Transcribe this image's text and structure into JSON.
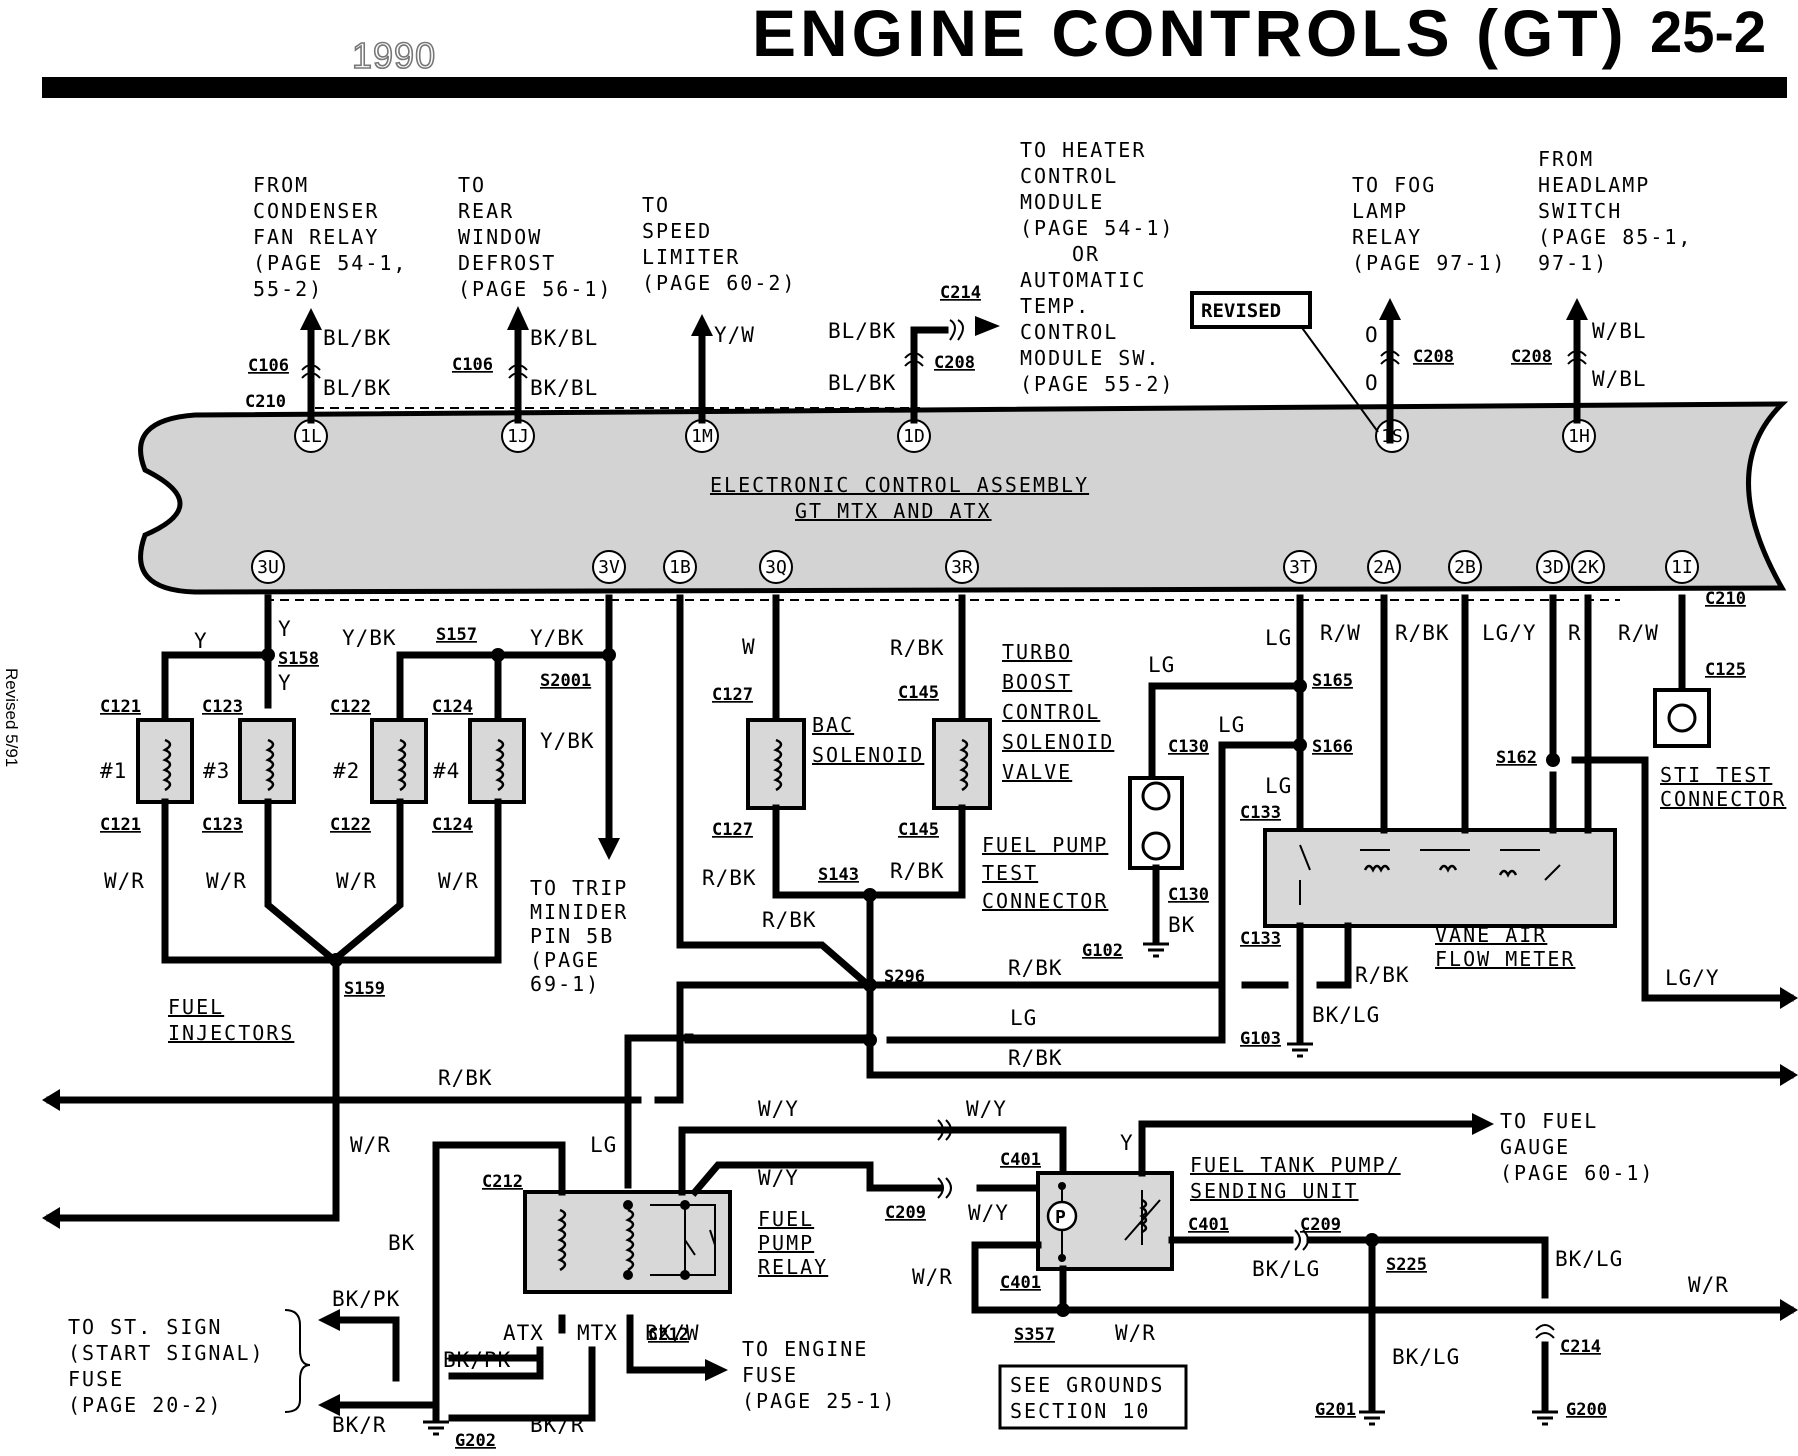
{
  "header": {
    "year": "1990",
    "title": "ENGINE CONTROLS (GT)",
    "page_number": "25-2",
    "revision_note": "Revised 5/91",
    "revised_badge": "REVISED"
  },
  "ecu": {
    "name_line1": "ELECTRONIC CONTROL ASSEMBLY",
    "name_line2": "GT MTX AND ATX",
    "top_pins": [
      "1L",
      "1J",
      "1M",
      "1D",
      "1S",
      "1H"
    ],
    "bottom_pins": [
      "3U",
      "3V",
      "1B",
      "3Q",
      "3R",
      "3T",
      "2A",
      "2B",
      "3D",
      "2K",
      "1I"
    ]
  },
  "top_notes": {
    "condenser": [
      "FROM",
      "CONDENSER",
      "FAN RELAY",
      "(PAGE 54-1,",
      "55-2)"
    ],
    "rear_defrost": [
      "TO",
      "REAR",
      "WINDOW",
      "DEFROST",
      "(PAGE 56-1)"
    ],
    "speed_limiter": [
      "TO",
      "SPEED",
      "LIMITER",
      "(PAGE 60-2)"
    ],
    "heater": [
      "TO HEATER",
      "CONTROL",
      "MODULE",
      "(PAGE 54-1)",
      "OR",
      "AUTOMATIC",
      "TEMP.",
      "CONTROL",
      "MODULE SW.",
      "(PAGE 55-2)"
    ],
    "fog_lamp": [
      "TO FOG",
      "LAMP",
      "RELAY",
      "(PAGE 97-1)"
    ],
    "headlamp": [
      "FROM",
      "HEADLAMP",
      "SWITCH",
      "(PAGE 85-1,",
      "97-1)"
    ]
  },
  "components": {
    "injector_1": "#1",
    "injector_3": "#3",
    "injector_2": "#2",
    "injector_4": "#4",
    "fuel_injectors": [
      "FUEL",
      "INJECTORS"
    ],
    "bac_solenoid": [
      "BAC",
      "SOLENOID"
    ],
    "turbo_valve": [
      "TURBO",
      "BOOST",
      "CONTROL",
      "SOLENOID",
      "VALVE"
    ],
    "fuel_pump_test": [
      "FUEL PUMP",
      "TEST",
      "CONNECTOR"
    ],
    "sti_test": [
      "STI TEST",
      "CONNECTOR"
    ],
    "vane_air": [
      "VANE AIR",
      "FLOW METER"
    ],
    "fuel_pump_relay": [
      "FUEL",
      "PUMP",
      "RELAY"
    ],
    "fuel_tank_pump": [
      "FUEL TANK PUMP/",
      "SENDING UNIT"
    ],
    "trip_minder": [
      "TO TRIP",
      "MINIDER",
      "PIN 5B",
      "(PAGE",
      "69-1)"
    ],
    "fuel_gauge": [
      "TO FUEL",
      "GAUGE",
      "(PAGE 60-1)"
    ],
    "engine_fuse": [
      "TO ENGINE",
      "FUSE",
      "(PAGE 25-1)"
    ],
    "start_signal": [
      "TO ST. SIGN",
      "(START SIGNAL)",
      "FUSE",
      "(PAGE 20-2)"
    ],
    "see_grounds": [
      "SEE GROUNDS",
      "SECTION 10"
    ],
    "pump_symbol": "P",
    "atx": "ATX",
    "mtx": "MTX"
  },
  "wire_colors": {
    "bl_bk": "BL/BK",
    "bk_bl": "BK/BL",
    "y_w": "Y/W",
    "o": "O",
    "w_bl": "W/BL",
    "y": "Y",
    "y_bk": "Y/BK",
    "w": "W",
    "r_bk": "R/BK",
    "lg": "LG",
    "r_w": "R/W",
    "lg_y": "LG/Y",
    "r": "R",
    "w_r": "W/R",
    "bk": "BK",
    "bk_lg": "BK/LG",
    "w_y": "W/Y",
    "bk_pk": "BK/PK",
    "bk_w": "BK/W",
    "bk_r": "BK/R"
  },
  "connectors": {
    "c106": "C106",
    "c210": "C210",
    "c214": "C214",
    "c208": "C208",
    "c121": "C121",
    "c123": "C123",
    "c122": "C122",
    "c124": "C124",
    "c127": "C127",
    "c145": "C145",
    "c130": "C130",
    "c133": "C133",
    "c125": "C125",
    "c212": "C212",
    "c209": "C209",
    "c401": "C401",
    "s157": "S157",
    "s158": "S158",
    "s159": "S159",
    "s2001": "S2001",
    "s143": "S143",
    "s296": "S296",
    "s165": "S165",
    "s166": "S166",
    "s162": "S162",
    "s225": "S225",
    "s357": "S357",
    "g102": "G102",
    "g103": "G103",
    "g200": "G200",
    "g201": "G201",
    "g202": "G202"
  }
}
